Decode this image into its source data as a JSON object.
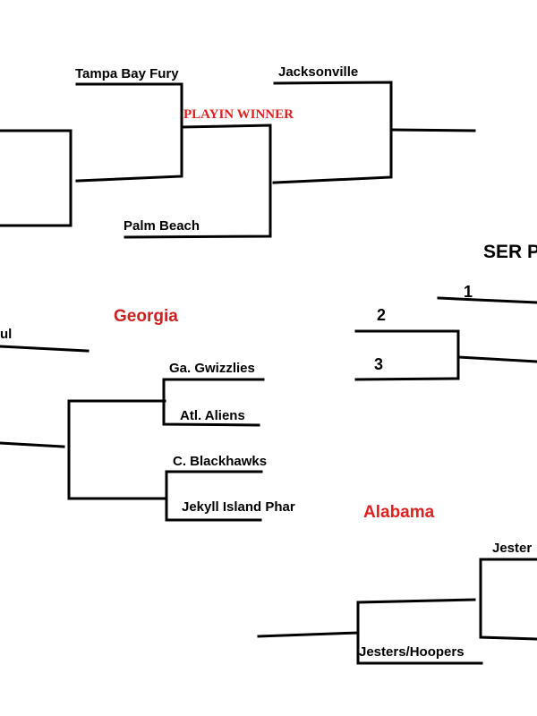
{
  "colors": {
    "line": "#000000",
    "text": "#000000",
    "region_red": "#cc1f1f",
    "playin_red": "#e02020"
  },
  "florida": {
    "teams": {
      "tampa_bay": "Tampa Bay Fury",
      "jacksonville": "Jacksonville",
      "playin_winner": "PLAYIN WINNER",
      "palm_beach": "Palm Beach"
    }
  },
  "ser": {
    "title": "SER P",
    "seeds": {
      "one": "1",
      "two": "2",
      "three": "3"
    }
  },
  "georgia": {
    "region": "Georgia",
    "partial_team": "ul",
    "teams": {
      "gwizzlies": "Ga. Gwizzlies",
      "aliens": "Atl. Aliens",
      "blackhawks": "C. Blackhawks",
      "jekyll": "Jekyll Island Phar"
    }
  },
  "alabama": {
    "region": "Alabama",
    "teams": {
      "jester_partial": "Jester",
      "jesters_hoopers": "Jesters/Hoopers"
    }
  }
}
